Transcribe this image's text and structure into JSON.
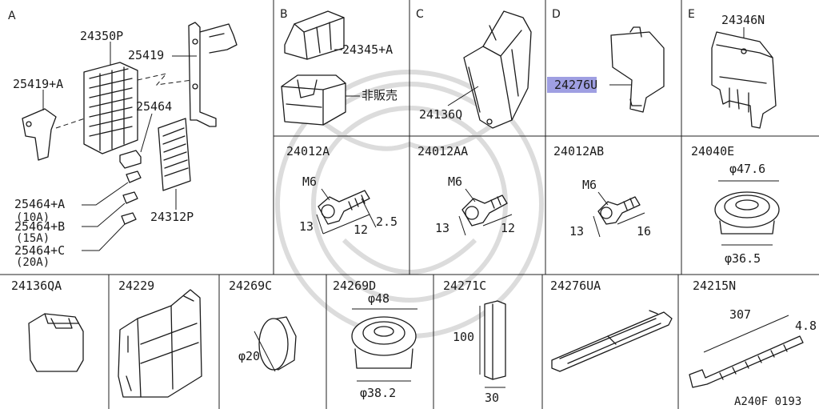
{
  "sections": {
    "a": {
      "letter": "A",
      "parts": [
        "24350P",
        "25419",
        "25419+A",
        "25464",
        "25464+A",
        "(10A)",
        "25464+B",
        "(15A)",
        "25464+C",
        "(20A)",
        "24312P"
      ]
    },
    "b": {
      "letter": "B",
      "parts": [
        "24345+A",
        "非販売"
      ]
    },
    "c": {
      "letter": "C",
      "parts": [
        "24136Q"
      ]
    },
    "d": {
      "letter": "D",
      "parts": [
        "24276U"
      ]
    },
    "e": {
      "letter": "E",
      "parts": [
        "24346N"
      ]
    }
  },
  "cells": {
    "c24012a": {
      "code": "24012A",
      "bolt": "M6",
      "dims": [
        "13",
        "12",
        "2.5"
      ]
    },
    "c24012aa": {
      "code": "24012AA",
      "bolt": "M6",
      "dims": [
        "13",
        "12"
      ]
    },
    "c24012ab": {
      "code": "24012AB",
      "bolt": "M6",
      "dims": [
        "13",
        "16"
      ]
    },
    "c24040e": {
      "code": "24040E",
      "dims": [
        "φ47.6",
        "φ36.5"
      ]
    },
    "c24136qa": {
      "code": "24136QA"
    },
    "c24229": {
      "code": "24229"
    },
    "c24269c": {
      "code": "24269C",
      "dims": [
        "φ20"
      ]
    },
    "c24269d": {
      "code": "24269D",
      "dims": [
        "φ48",
        "φ38.2"
      ]
    },
    "c24271c": {
      "code": "24271C",
      "dims": [
        "100",
        "30"
      ]
    },
    "c24276ua": {
      "code": "24276UA"
    },
    "c24215n": {
      "code": "24215N",
      "dims": [
        "307",
        "4.8"
      ]
    }
  },
  "footer": {
    "ref": "A240F 0193"
  },
  "colors": {
    "line": "#1a1a1a",
    "highlight": "#7f7fd8",
    "watermark": "#dcdcdc"
  }
}
